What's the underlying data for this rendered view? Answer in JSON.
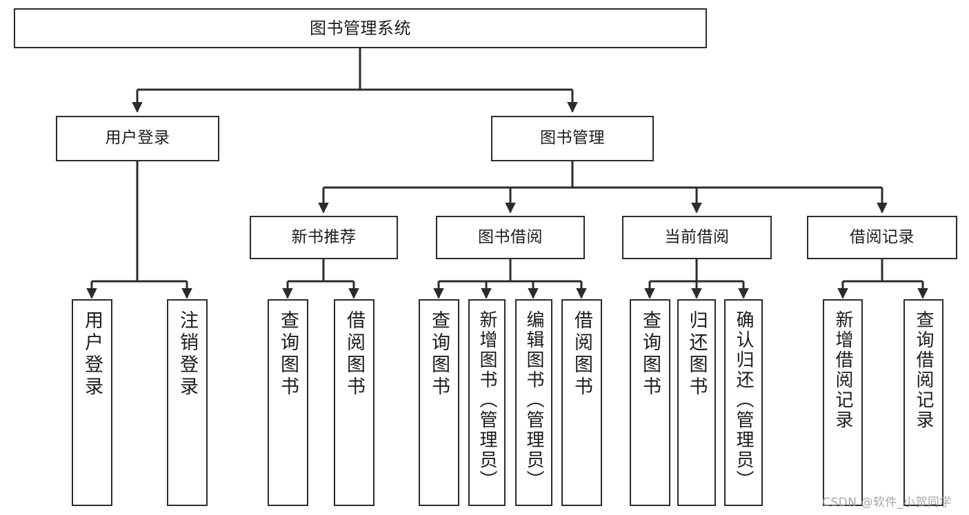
{
  "diagram": {
    "type": "tree-hierarchy-chart",
    "title": "图书管理系统",
    "colors": {
      "box_border": "#2b2b2b",
      "box_fill": "#ffffff",
      "edge": "#2b2b2b",
      "text": "#1b1b1b",
      "watermark": "#9b9b9b",
      "background": "#ffffff"
    },
    "root": {
      "label": "图书管理系统"
    },
    "level1": [
      {
        "id": "user-login",
        "label": "用户登录"
      },
      {
        "id": "book-management",
        "label": "图书管理"
      }
    ],
    "level2": [
      {
        "id": "new-book-recommend",
        "label": "新书推荐"
      },
      {
        "id": "book-borrow",
        "label": "图书借阅"
      },
      {
        "id": "current-borrow",
        "label": "当前借阅"
      },
      {
        "id": "borrow-record",
        "label": "借阅记录"
      }
    ],
    "leaves": {
      "user_login": [
        {
          "id": "leaf-user-login",
          "label": "用户登录"
        },
        {
          "id": "leaf-logout-login",
          "label": "注销登录"
        }
      ],
      "new_book_recommend": [
        {
          "id": "leaf-query-book-1",
          "label": "查询图书"
        },
        {
          "id": "leaf-borrow-book-1",
          "label": "借阅图书"
        }
      ],
      "book_borrow": [
        {
          "id": "leaf-query-book-2",
          "label": "查询图书"
        },
        {
          "id": "leaf-add-book",
          "label": "新增图书（管理员）"
        },
        {
          "id": "leaf-edit-book",
          "label": "编辑图书（管理员）"
        },
        {
          "id": "leaf-borrow-book-2",
          "label": "借阅图书"
        }
      ],
      "current_borrow": [
        {
          "id": "leaf-query-book-3",
          "label": "查询图书"
        },
        {
          "id": "leaf-return-book",
          "label": "归还图书"
        },
        {
          "id": "leaf-confirm-return",
          "label": "确认归还（管理员）"
        }
      ],
      "borrow_record": [
        {
          "id": "leaf-add-record",
          "label": "新增借阅记录"
        },
        {
          "id": "leaf-query-record",
          "label": "查询借阅记录"
        }
      ]
    }
  },
  "watermark": {
    "text": "CSDN @软件_小贺同学"
  }
}
